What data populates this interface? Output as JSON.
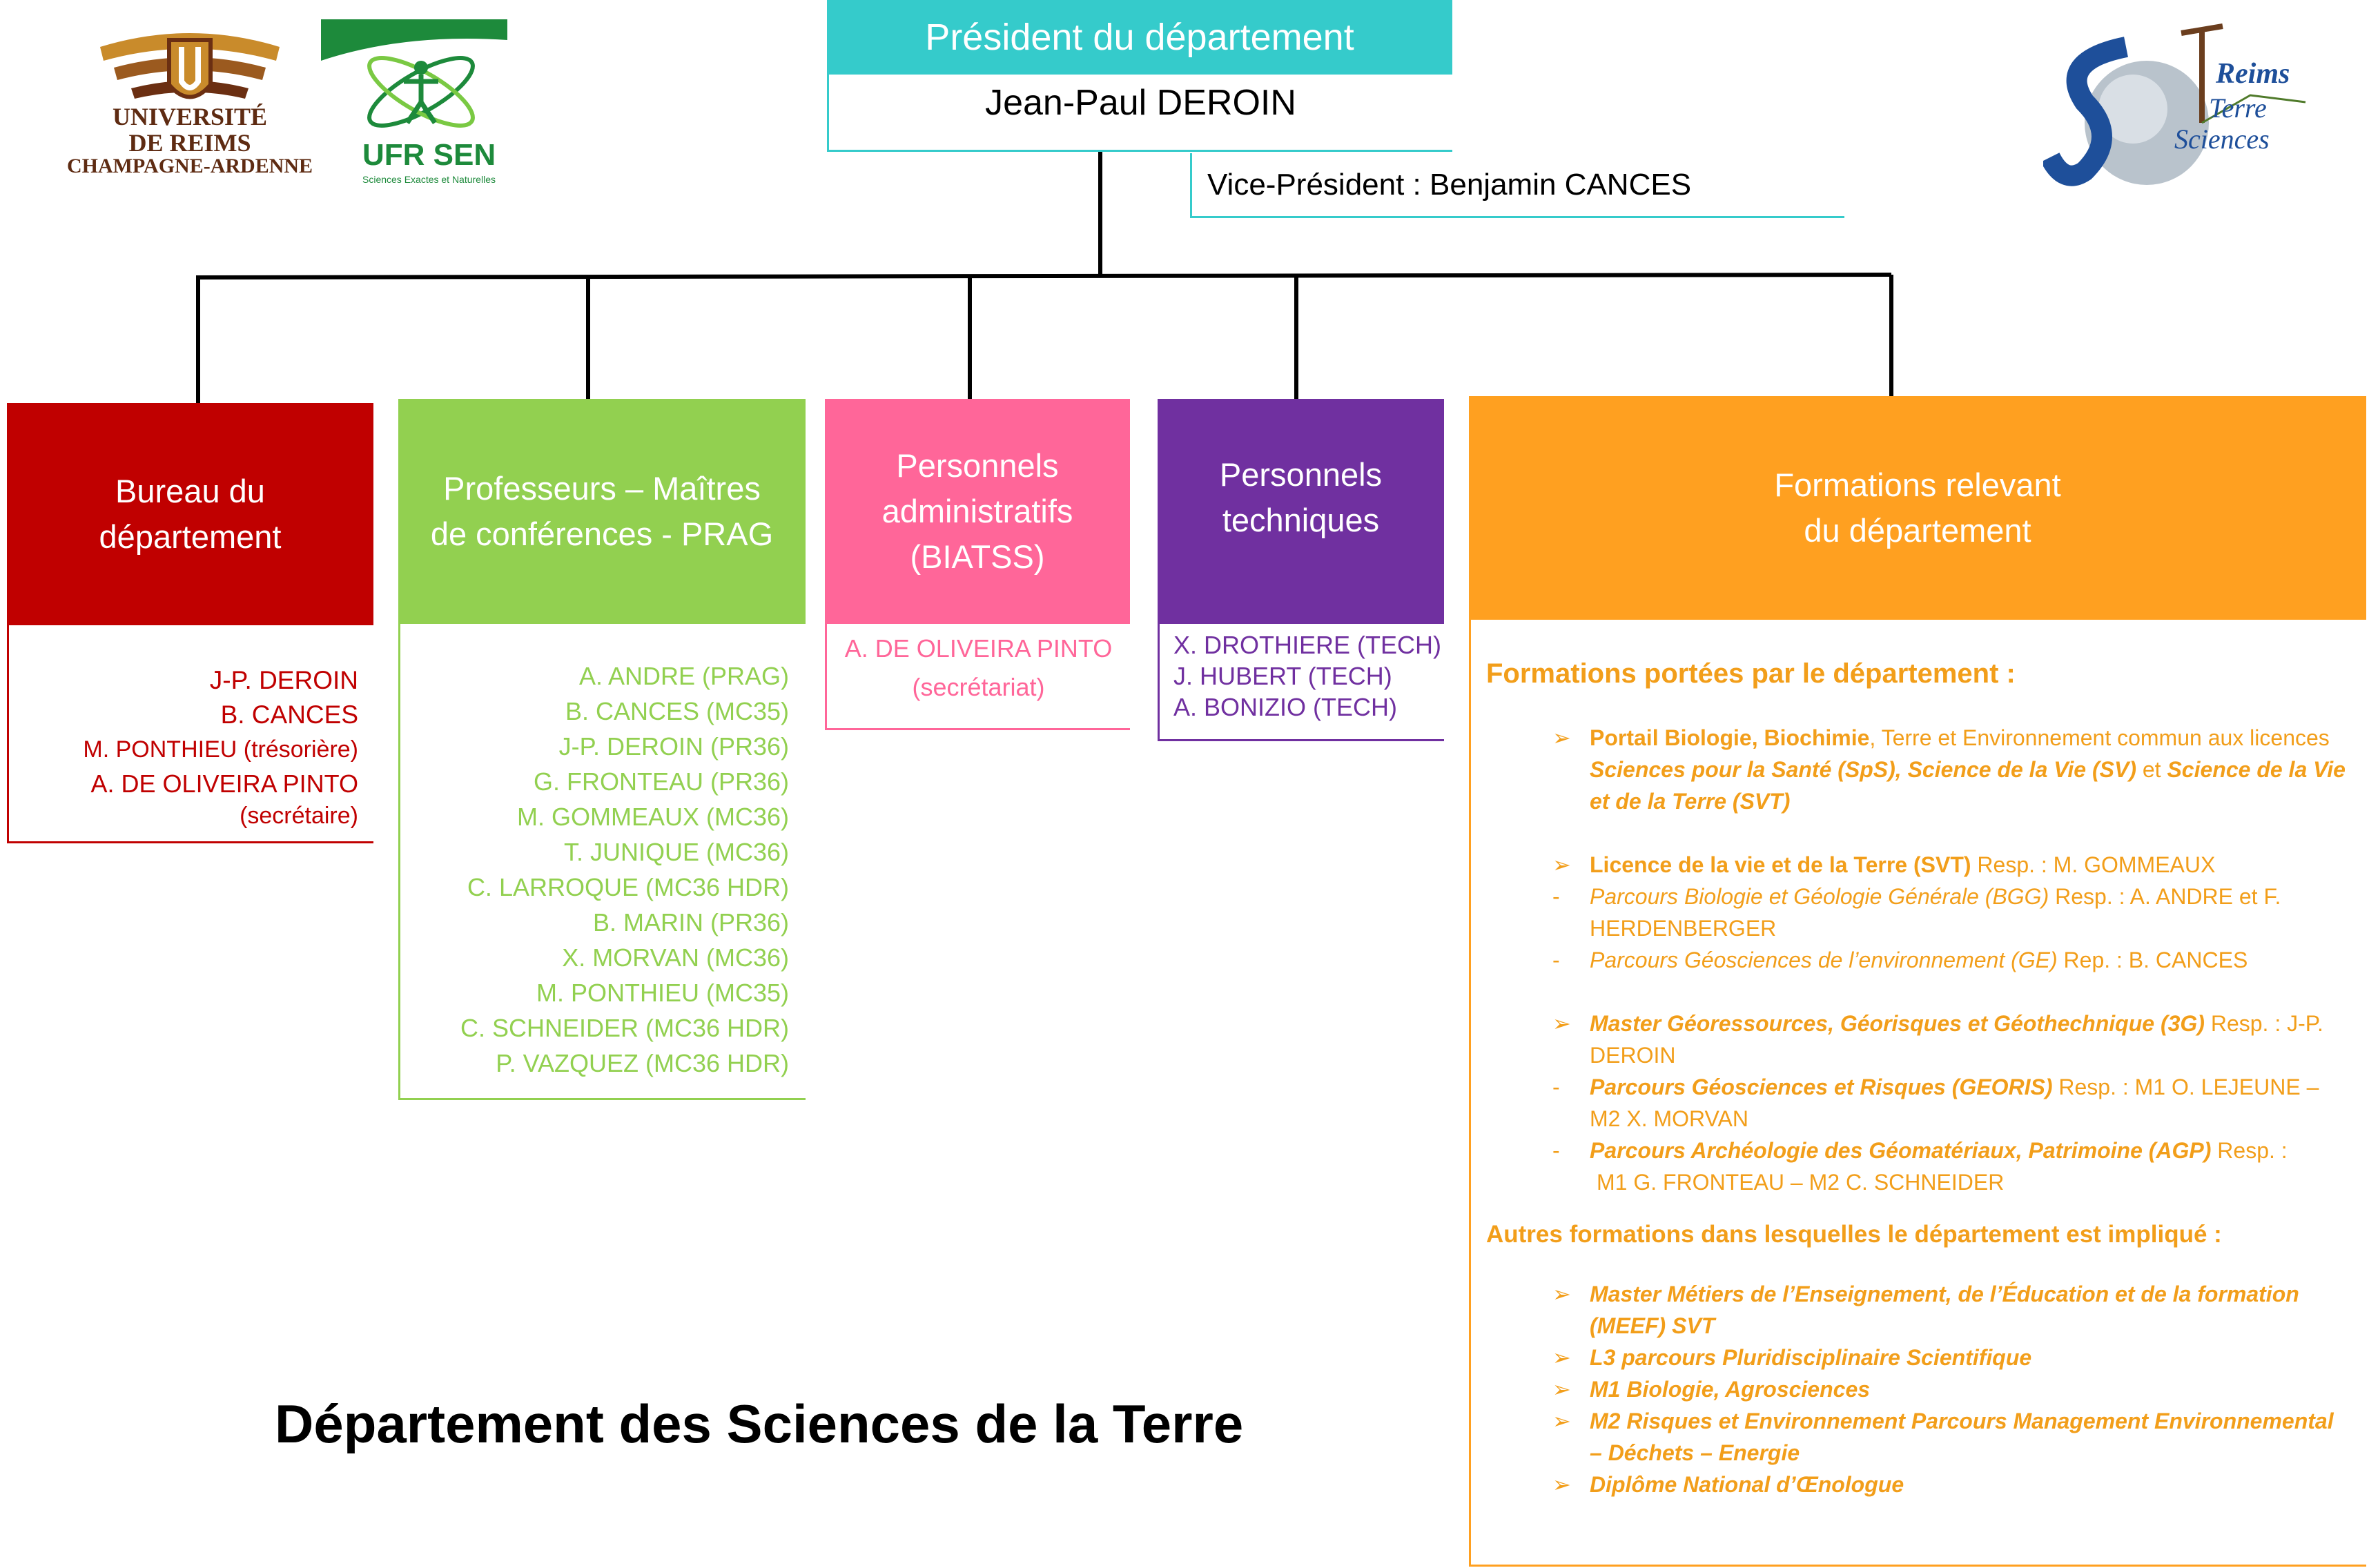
{
  "logos": {
    "university": {
      "lines": [
        "UNIVERSITÉ",
        "DE REIMS",
        "CHAMPAGNE-ARDENNE"
      ],
      "brand_color": "#5e2b12"
    },
    "ufr": {
      "name": "UFR SEN",
      "subtitle": "Sciences Exactes et Naturelles",
      "brand_color": "#1d8a3b"
    },
    "terre": {
      "words": [
        "Reims",
        "Terre",
        "Sciences"
      ],
      "brand_color": "#1e4f9a"
    }
  },
  "president": {
    "title": "Président du département",
    "name": "Jean-Paul DEROIN",
    "vice": "Vice-Président : Benjamin CANCES",
    "color": "#35cbcb"
  },
  "boxes": {
    "bureau": {
      "title": [
        "Bureau du",
        "département"
      ],
      "color": "#c00000",
      "members": [
        "J-P. DEROIN",
        "B. CANCES",
        "M. PONTHIEU (trésorière)",
        "A. DE OLIVEIRA PINTO",
        "(secrétaire)"
      ]
    },
    "professeurs": {
      "title": [
        "Professeurs – Maîtres",
        "de conférences - PRAG"
      ],
      "color": "#92d050",
      "members": [
        "A. ANDRE (PRAG)",
        "B. CANCES (MC35)",
        "J-P. DEROIN (PR36)",
        "G. FRONTEAU (PR36)",
        "M. GOMMEAUX (MC36)",
        "T. JUNIQUE (MC36)",
        "C. LARROQUE (MC36 HDR)",
        "B. MARIN (PR36)",
        "X. MORVAN (MC36)",
        "M. PONTHIEU (MC35)",
        "C. SCHNEIDER (MC36 HDR)",
        "P. VAZQUEZ (MC36 HDR)"
      ]
    },
    "administratifs": {
      "title": [
        "Personnels",
        "administratifs",
        "(BIATSS)"
      ],
      "color": "#ff6699",
      "members": [
        "A. DE OLIVEIRA PINTO",
        "(secrétariat)"
      ]
    },
    "techniques": {
      "title": [
        "Personnels",
        "techniques"
      ],
      "color": "#7030a0",
      "members": [
        "X. DROTHIERE (TECH)",
        "J. HUBERT (TECH)",
        "A. BONIZIO (TECH)"
      ]
    },
    "formations": {
      "title": [
        "Formations relevant",
        "du département"
      ],
      "color": "#ffa020",
      "text_color": "#f29e1a",
      "section1": "Formations portées par le département :",
      "item1": {
        "bold": "Portail Biologie, Biochimie",
        "normal": ", Terre et Environnement commun aux licences ",
        "bi1": "Sciences pour la Santé (SpS), Science de la Vie (SV)",
        "normal2": " et ",
        "bi2": "Science de la Vie et de la Terre (SVT)"
      },
      "item2": {
        "bold": "Licence de la vie et de la Terre (SVT)",
        "normal": " Resp. : M. GOMMEAUX"
      },
      "item3": {
        "italic": "Parcours Biologie et Géologie Générale (BGG)",
        "normal": " Resp. : A. ANDRE et F. HERDENBERGER"
      },
      "item4": {
        "italic": "Parcours Géosciences de l’environnement (GE)",
        "normal": " Rep. : B. CANCES"
      },
      "item5": {
        "bi": "Master Géoressources, Géorisques et Géothechnique (3G)",
        "normal": " Resp. : J-P. DEROIN"
      },
      "item6": {
        "bi": "Parcours Géosciences et Risques (GEORIS)",
        "normal": " Resp. : M1 O. LEJEUNE – M2 X. MORVAN"
      },
      "item7": {
        "bi": "Parcours Archéologie des Géomatériaux, Patrimoine (AGP)",
        "normal": " Resp. :",
        "line2": "M1 G. FRONTEAU – M2 C. SCHNEIDER"
      },
      "section2": "Autres formations dans lesquelles le département est impliqué :",
      "other": [
        "Master Métiers de l’Enseignement, de l’Éducation et de la formation (MEEF) SVT",
        "L3 parcours Pluridisciplinaire Scientifique",
        "M1 Biologie, Agrosciences",
        "M2 Risques et Environnement Parcours Management Environnemental – Déchets – Energie",
        "Diplôme National d’Œnologue"
      ],
      "arrow": "➢",
      "dash": "-"
    }
  },
  "footer_title": "Département des Sciences de la Terre"
}
